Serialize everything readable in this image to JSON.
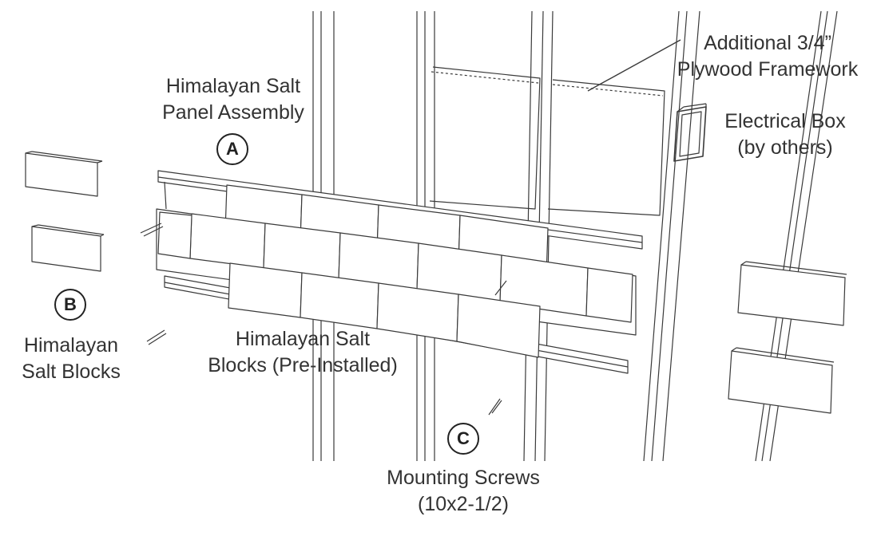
{
  "labels": {
    "panel_assembly": {
      "line1": "Himalayan Salt",
      "line2": "Panel Assembly"
    },
    "salt_blocks": {
      "line1": "Himalayan",
      "line2": "Salt Blocks"
    },
    "pre_installed": {
      "line1": "Himalayan Salt",
      "line2": "Blocks (Pre-Installed)"
    },
    "plywood": {
      "line1": "Additional 3/4”",
      "line2": "Plywood Framework"
    },
    "electrical_box": {
      "line1": "Electrical Box",
      "line2": "(by others)"
    },
    "screws": {
      "line1": "Mounting Screws",
      "line2": "(10x2-1/2)"
    }
  },
  "callouts": {
    "a": "A",
    "b": "B",
    "c": "C"
  },
  "colors": {
    "line": "#222222",
    "text": "#333333"
  }
}
